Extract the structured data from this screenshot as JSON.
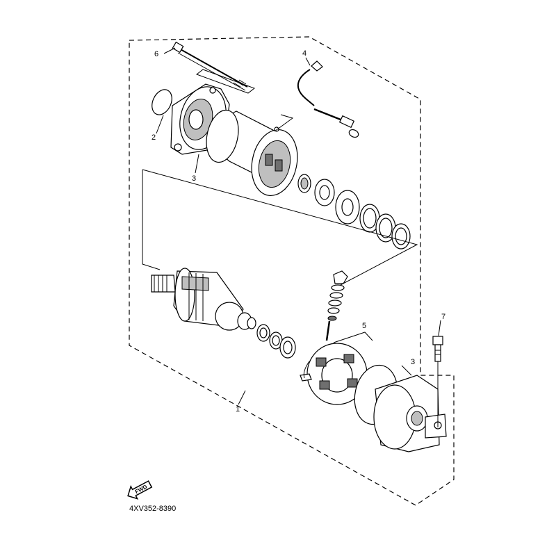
{
  "diagram": {
    "callouts": {
      "c1": "1",
      "c2": "2",
      "c3a": "3",
      "c3b": "3",
      "c4": "4",
      "c5": "5",
      "c6": "6",
      "c7": "7"
    },
    "fwd_label": "FWD",
    "drawing_code": "4XV352-8390"
  }
}
